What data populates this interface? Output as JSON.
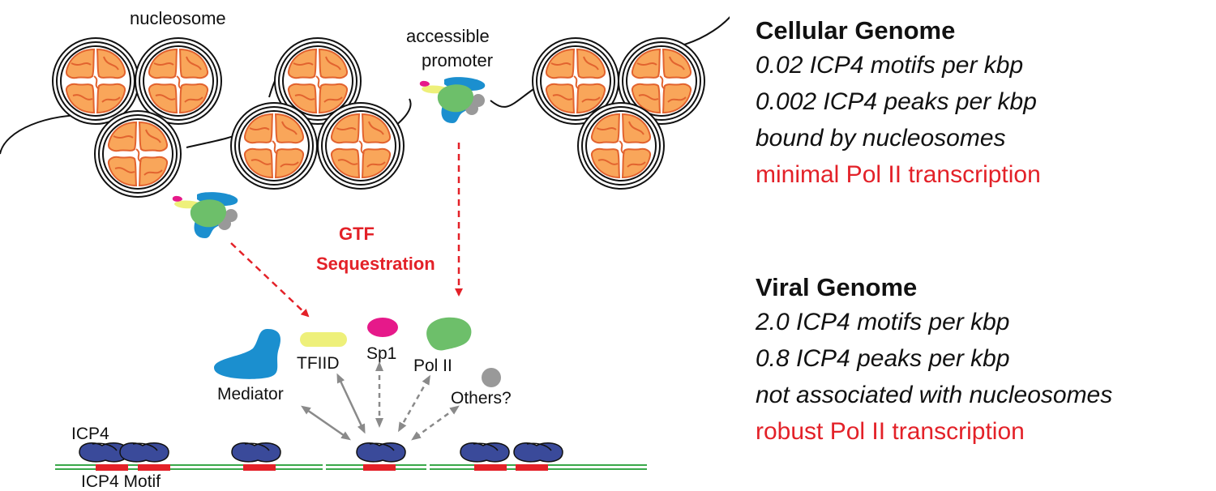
{
  "diagram": {
    "labels": {
      "nucleosome": "nucleosome",
      "accessible_promoter_line1": "accessible",
      "accessible_promoter_line2": "promoter",
      "gtf_line1": "GTF",
      "gtf_line2": "Sequestration",
      "mediator": "Mediator",
      "tfiid": "TFIID",
      "sp1": "Sp1",
      "pol2": "Pol II",
      "others": "Others?",
      "icp4": "ICP4",
      "icp4_motif": "ICP4 Motif"
    },
    "colors": {
      "histone": "#f9a65a",
      "histone_line": "#e2632f",
      "mediator": "#1b8fcf",
      "tfiid": "#eef07a",
      "sp1": "#e6198a",
      "pol2": "#6dbf6a",
      "others": "#999999",
      "icp4": "#3a4a9a",
      "motif": "#e32128",
      "dna": "#3aa84a",
      "red_text": "#e32128"
    }
  },
  "cellular": {
    "title": "Cellular Genome",
    "lines": [
      "0.02 ICP4 motifs per kbp",
      "0.002 ICP4 peaks per kbp",
      "bound by nucleosomes"
    ],
    "highlight": "minimal Pol II transcription"
  },
  "viral": {
    "title": "Viral Genome",
    "lines": [
      "2.0 ICP4 motifs per kbp",
      "0.8 ICP4 peaks per kbp",
      "not associated with nucleosomes"
    ],
    "highlight": "robust Pol II transcription"
  }
}
